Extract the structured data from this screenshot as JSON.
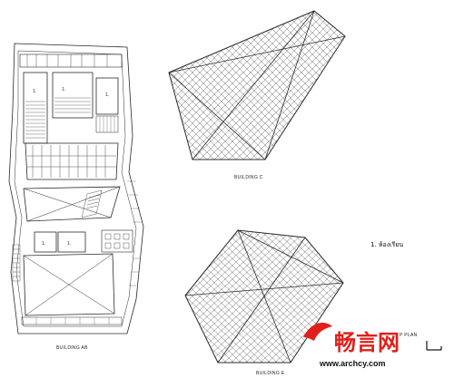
{
  "drawing": {
    "building_ab_label": "BUILDING AB",
    "building_c_label": "BUILDING C",
    "building_e_label": "BUILDING E",
    "room_number": "1.",
    "legend_entry": "1. ห้องเรียน",
    "plan_label": "P PLAN"
  },
  "watermark": {
    "brand_text": "畅言网",
    "url_text": "www.archcy.com"
  },
  "colors": {
    "line": "#2a2a2a",
    "watermark_red": "#e0201b"
  }
}
